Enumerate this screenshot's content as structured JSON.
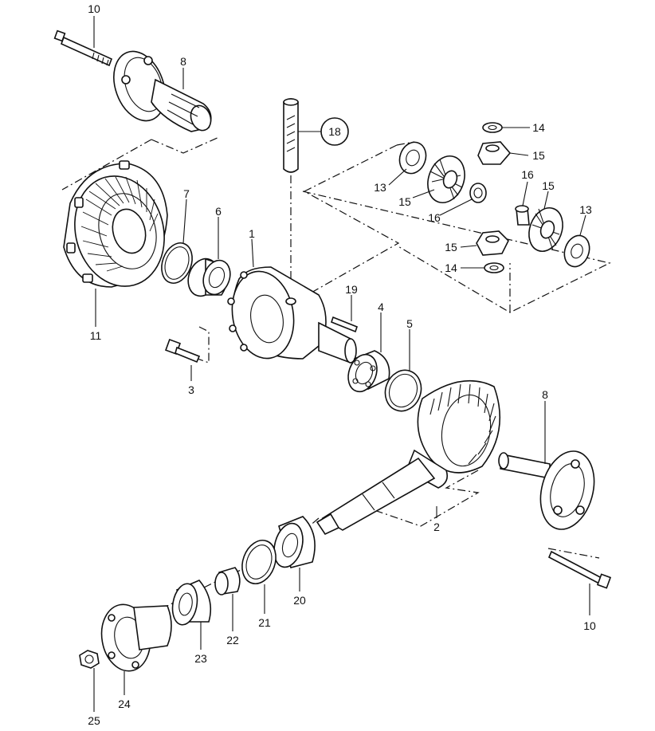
{
  "callouts": [
    {
      "id": "c10a",
      "text": "10"
    },
    {
      "id": "c8a",
      "text": "8"
    },
    {
      "id": "c18",
      "text": "18",
      "circled": true
    },
    {
      "id": "c14a",
      "text": "14"
    },
    {
      "id": "c15a",
      "text": "15"
    },
    {
      "id": "c13a",
      "text": "13"
    },
    {
      "id": "c15b",
      "text": "15"
    },
    {
      "id": "c16a",
      "text": "16"
    },
    {
      "id": "c16b",
      "text": "16"
    },
    {
      "id": "c15c",
      "text": "15"
    },
    {
      "id": "c13b",
      "text": "13"
    },
    {
      "id": "c15d",
      "text": "15"
    },
    {
      "id": "c14b",
      "text": "14"
    },
    {
      "id": "c7",
      "text": "7"
    },
    {
      "id": "c6",
      "text": "6"
    },
    {
      "id": "c1",
      "text": "1"
    },
    {
      "id": "c11",
      "text": "11"
    },
    {
      "id": "c19",
      "text": "19"
    },
    {
      "id": "c4",
      "text": "4"
    },
    {
      "id": "c5",
      "text": "5"
    },
    {
      "id": "c3",
      "text": "3"
    },
    {
      "id": "c8b",
      "text": "8"
    },
    {
      "id": "c2",
      "text": "2"
    },
    {
      "id": "c20",
      "text": "20"
    },
    {
      "id": "c21",
      "text": "21"
    },
    {
      "id": "c22",
      "text": "22"
    },
    {
      "id": "c23",
      "text": "23"
    },
    {
      "id": "c24",
      "text": "24"
    },
    {
      "id": "c25",
      "text": "25"
    },
    {
      "id": "c10b",
      "text": "10"
    }
  ]
}
